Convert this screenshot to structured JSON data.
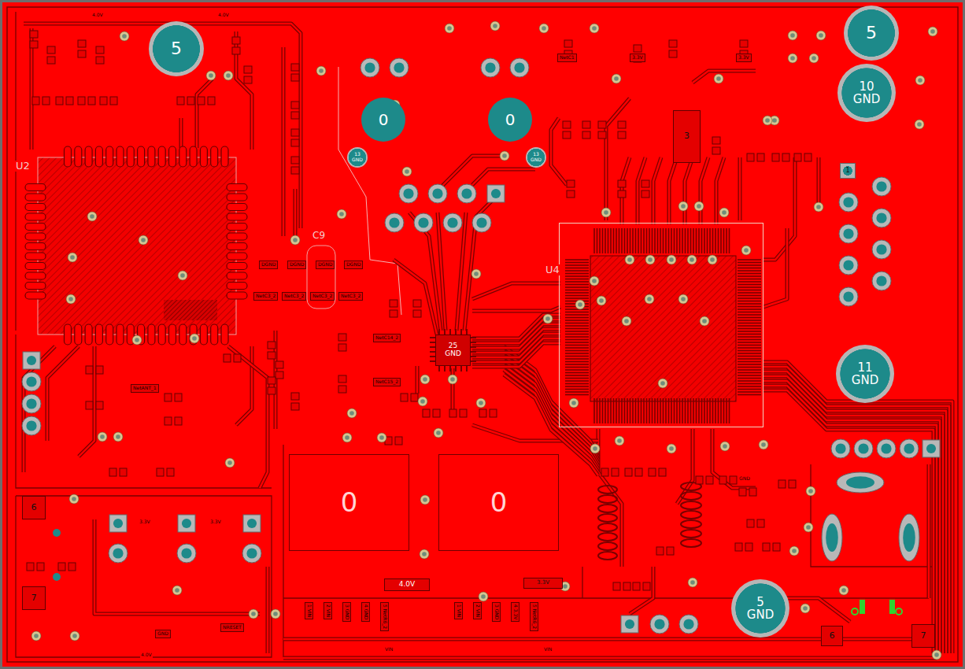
{
  "diagram": {
    "nodes": [
      {
        "text": [
          "5"
        ]
      },
      {
        "text": [
          "5"
        ]
      },
      {
        "text": [
          "10 GND"
        ]
      },
      {
        "text": [
          "11 GND"
        ]
      },
      {
        "text": [
          "5 GND"
        ]
      },
      {
        "text": [
          "0"
        ]
      },
      {
        "text": [
          "0"
        ]
      },
      {
        "text": [
          "13 GND"
        ]
      },
      {
        "text": [
          "13 GND"
        ]
      },
      {
        "text": [
          "0"
        ]
      },
      {
        "text": [
          "0"
        ]
      },
      {
        "text": [
          "U2"
        ]
      },
      {
        "text": [
          "U4"
        ]
      },
      {
        "text": [
          "25 GND"
        ]
      },
      {
        "text": [
          "3"
        ]
      },
      {
        "text": [
          "6"
        ]
      },
      {
        "text": [
          "7"
        ]
      },
      {
        "text": [
          "6"
        ]
      },
      {
        "text": [
          "7"
        ]
      },
      {
        "text": [
          "4.0V"
        ]
      },
      {
        "text": [
          "3.3V"
        ]
      },
      {
        "text": [
          "1"
        ]
      }
    ],
    "labels": [
      "C9",
      "DGND",
      "DGND",
      "DGND",
      "DGND",
      "NetC3_2",
      "NetC3_2",
      "NetC3_2",
      "NetC3_2",
      "NetC14_2",
      "NetC15_2",
      "4.0V",
      "4.0V",
      "3.3V",
      "3.3V",
      "NetC1",
      "3.3V",
      "3.3V",
      "NRESET",
      "GND",
      "1 VIN",
      "2 VIN",
      "3 GND",
      "4 GND",
      "5 NetR6_2",
      "1 VIN",
      "2 VIN",
      "3 GND",
      "4 3.3V",
      "5 NetR6_2",
      "VIN",
      "VIN",
      "4.0V",
      "GND",
      "NetANT_1"
    ]
  }
}
